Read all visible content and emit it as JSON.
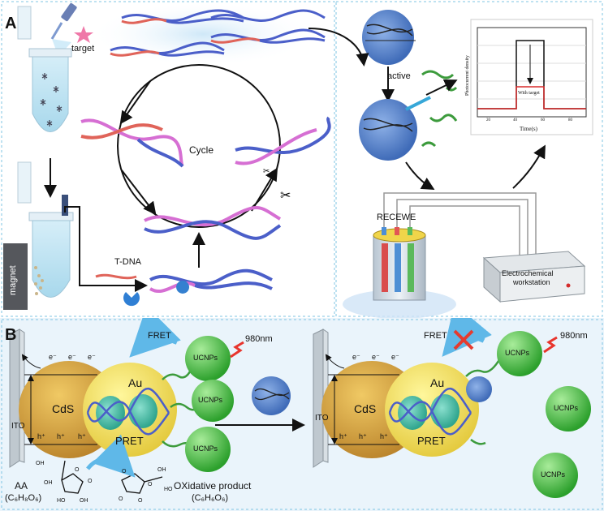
{
  "panel_a": {
    "label": "A",
    "target": "target",
    "cycle": "Cycle",
    "tdna": "T-DNA",
    "magnet": "magnet",
    "active": "active",
    "electrodes": "RECEWE",
    "workstation_line1": "Electrochemical",
    "workstation_line2": "workstation",
    "plot_ylabel": "Photocurrent density",
    "plot_xlabel": "Time(s)",
    "plot_annotation": "With target",
    "plot_ticks": [
      "20",
      "40",
      "60",
      "80"
    ]
  },
  "panel_b": {
    "label": "B",
    "left": {
      "ito": "ITO",
      "cds": "CdS",
      "au": "Au",
      "pret": "PRET",
      "fret": "FRET",
      "laser": "980nm",
      "ucnp": "UCNPs",
      "e1": "e⁻",
      "e2": "e⁻",
      "e3": "e⁻",
      "h1": "h⁺",
      "h2": "h⁺",
      "h3": "h⁺"
    },
    "right": {
      "ito": "ITO",
      "cds": "CdS",
      "au": "Au",
      "pret": "PRET",
      "fret": "FRET",
      "laser": "980nm",
      "ucnp": "UCNPs",
      "e1": "e⁻",
      "e2": "e⁻",
      "e3": "e⁻",
      "h1": "h⁺",
      "h2": "h⁺",
      "h3": "h⁺"
    },
    "aa": "AA",
    "aa_formula": "(C₆H₈O₆)",
    "ox_product": "OXidative product",
    "ox_formula": "(C₆H₆O₆)",
    "oh1": "OH",
    "oh2": "OH",
    "oh3": "OH",
    "oh4": "OH",
    "ho1": "HO",
    "ho2": "HO",
    "o1": "O",
    "o2": "O",
    "o3": "O",
    "o4": "O",
    "o5": "O",
    "o6": "O"
  },
  "colors": {
    "dna_blue": "#4b5fc9",
    "dna_red": "#e0645a",
    "dna_pink": "#d66fd3",
    "green": "#3c9b3c",
    "cds": "#d4a13a",
    "au": "#f2e15d",
    "ucnp": "#4cc64c",
    "fret_arrow": "#5fb8e8",
    "signal_red": "#d92b2b",
    "border": "#7fc4e3"
  }
}
